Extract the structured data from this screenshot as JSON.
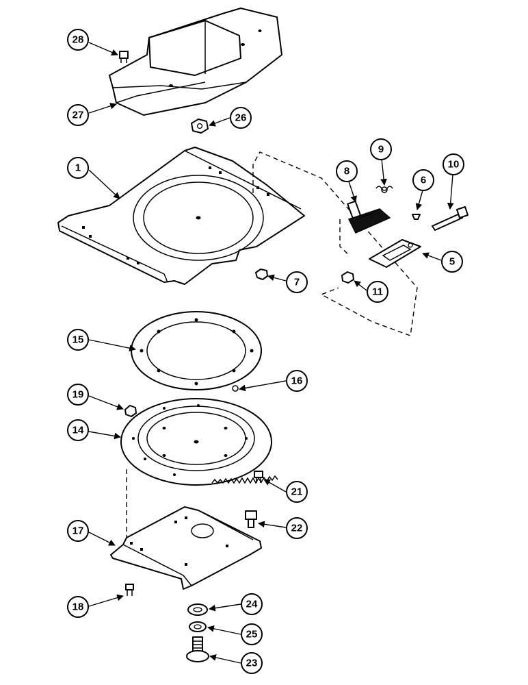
{
  "callouts": {
    "c1": "1",
    "c5": "5",
    "c6": "6",
    "c7": "7",
    "c8": "8",
    "c9": "9",
    "c10": "10",
    "c11": "11",
    "c14": "14",
    "c15": "15",
    "c16": "16",
    "c17": "17",
    "c18": "18",
    "c19": "19",
    "c21": "21",
    "c22": "22",
    "c23": "23",
    "c24": "24",
    "c25": "25",
    "c26": "26",
    "c27": "27",
    "c28": "28"
  },
  "colors": {
    "line": "#000000",
    "background": "#ffffff"
  }
}
